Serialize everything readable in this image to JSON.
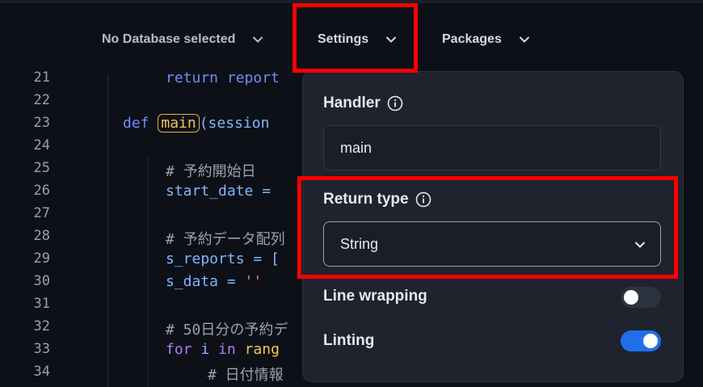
{
  "toolbar": {
    "database_label": "No Database selected",
    "settings_label": "Settings",
    "packages_label": "Packages"
  },
  "editor": {
    "line_numbers": [
      "21",
      "22",
      "23",
      "24",
      "25",
      "26",
      "27",
      "28",
      "29",
      "30",
      "31",
      "32",
      "33",
      "34"
    ],
    "lines": {
      "l21": "return report",
      "l23_def": "def ",
      "l23_fn": "main",
      "l23_rest": "(session",
      "l25": "# 予約開始日",
      "l26": "start_date =",
      "l28": "# 予約データ配列",
      "l29": "s_reports = [",
      "l30_a": "s_data = ",
      "l30_b": "''",
      "l32": "# 50日分の予約デ",
      "l33_a": "for ",
      "l33_b": "i",
      "l33_c": " in ",
      "l33_d": "rang",
      "l34": "# 日付情報"
    }
  },
  "settings_panel": {
    "handler_label": "Handler",
    "handler_value": "main",
    "return_type_label": "Return type",
    "return_type_value": "String",
    "line_wrapping_label": "Line wrapping",
    "line_wrapping_on": false,
    "linting_label": "Linting",
    "linting_on": true
  },
  "colors": {
    "accent_toggle": "#1f6feb",
    "highlight": "#ff0000",
    "function_box": "#e3b341"
  },
  "icons": [
    "chevron-down-icon",
    "info-icon"
  ]
}
